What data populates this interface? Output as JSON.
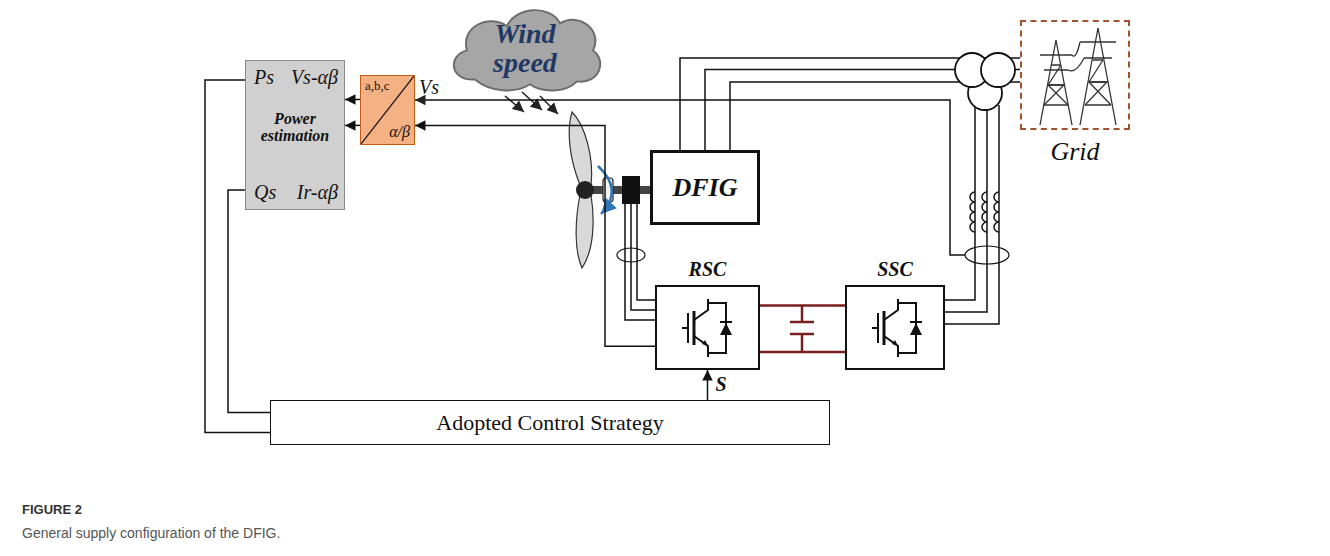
{
  "diagram": {
    "caption": "General supply configuration of the DFIG.",
    "nodes": [
      {
        "text": [
          "Wind speed"
        ]
      },
      {
        "text": [
          "Ps",
          "Vs-αβ",
          "Power estimation",
          "Qs",
          "Ir-αβ"
        ]
      },
      {
        "text": [
          "a,b,c",
          "α/β"
        ]
      },
      {
        "text": [
          "DFIG"
        ]
      },
      {
        "text": [
          "Grid"
        ]
      },
      {
        "text": [
          "RSC"
        ]
      },
      {
        "text": [
          "SSC"
        ]
      },
      {
        "text": [
          "Adopted Control Strategy"
        ]
      }
    ],
    "edges": [
      {
        "from": 5,
        "to": 2,
        "arrow": "to"
      },
      {
        "from": 2,
        "to": 1,
        "arrow": "to"
      },
      {
        "from": 2,
        "to": 1,
        "arrow": "to"
      },
      {
        "from": 1,
        "to": 7,
        "arrow": "none"
      },
      {
        "from": 1,
        "to": 7,
        "arrow": "none"
      },
      {
        "from": 7,
        "to": 5,
        "arrow": "to",
        "label": "S"
      },
      {
        "from": 5,
        "to": 6,
        "arrow": "none"
      },
      {
        "from": 3,
        "to": 4,
        "arrow": "none"
      }
    ],
    "labels": [
      "Vs",
      "FIGURE 2"
    ]
  }
}
